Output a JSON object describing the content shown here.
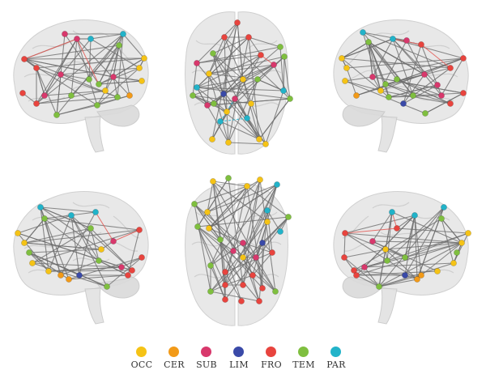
{
  "legend": [
    {
      "key": "occ",
      "label": "OCC",
      "color": "#f5c316"
    },
    {
      "key": "cer",
      "label": "CER",
      "color": "#f29a18"
    },
    {
      "key": "sub",
      "label": "SUB",
      "color": "#d8386c"
    },
    {
      "key": "lim",
      "label": "LIM",
      "color": "#3a4aa8"
    },
    {
      "key": "fro",
      "label": "FRO",
      "color": "#e8443e"
    },
    {
      "key": "tem",
      "label": "TEM",
      "color": "#7fbf3f"
    },
    {
      "key": "par",
      "label": "PAR",
      "color": "#22b3c9"
    }
  ],
  "colors": {
    "brain_fill": "#e4e4e4",
    "brain_stroke": "#c8c8c8",
    "edge_gray": "#6e6e6e",
    "edge_red": "#e35a55",
    "edge_cyan": "#3fb8d0"
  }
}
